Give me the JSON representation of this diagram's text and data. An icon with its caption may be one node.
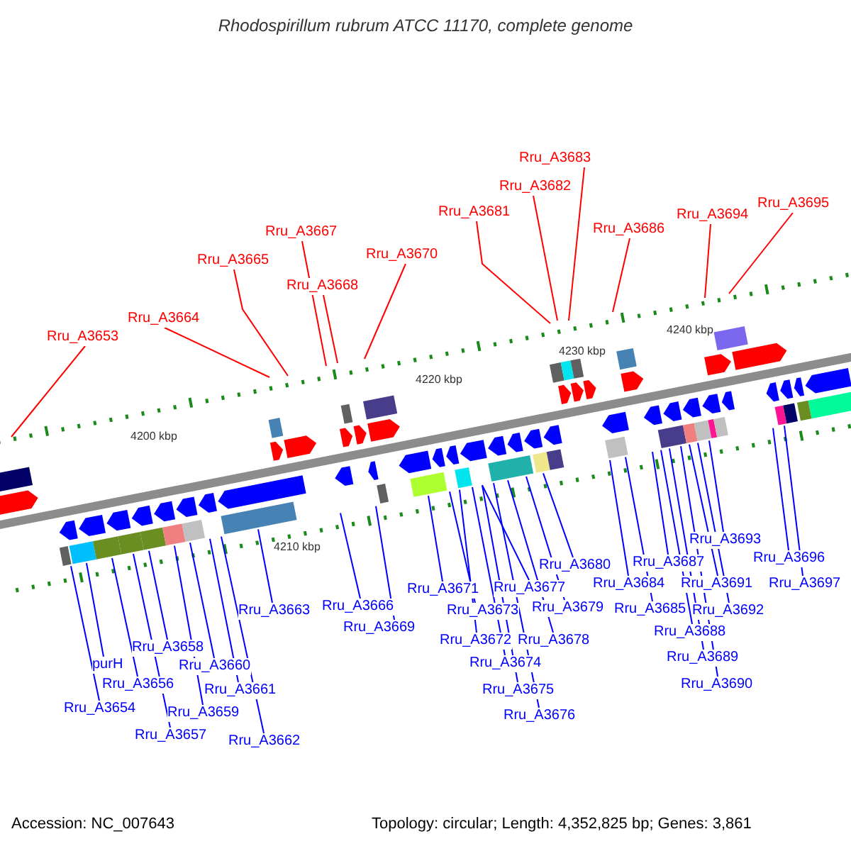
{
  "diagram": {
    "title": "Rhodospirillum rubrum ATCC 11170, complete genome",
    "nodes": [
      {
        "text": [
          "Rru_A3653"
        ]
      },
      {
        "text": [
          "Rru_A3664"
        ]
      },
      {
        "text": [
          "Rru_A3665"
        ]
      },
      {
        "text": [
          "Rru_A3667"
        ]
      },
      {
        "text": [
          "Rru_A3668"
        ]
      },
      {
        "text": [
          "Rru_A3670"
        ]
      },
      {
        "text": [
          "Rru_A3681"
        ]
      },
      {
        "text": [
          "Rru_A3682"
        ]
      },
      {
        "text": [
          "Rru_A3683"
        ]
      },
      {
        "text": [
          "Rru_A3686"
        ]
      },
      {
        "text": [
          "Rru_A3694"
        ]
      },
      {
        "text": [
          "Rru_A3695"
        ]
      },
      {
        "text": [
          "purH"
        ]
      },
      {
        "text": [
          "Rru_A3654"
        ]
      },
      {
        "text": [
          "Rru_A3656"
        ]
      },
      {
        "text": [
          "Rru_A3657"
        ]
      },
      {
        "text": [
          "Rru_A3658"
        ]
      },
      {
        "text": [
          "Rru_A3659"
        ]
      },
      {
        "text": [
          "Rru_A3660"
        ]
      },
      {
        "text": [
          "Rru_A3661"
        ]
      },
      {
        "text": [
          "Rru_A3662"
        ]
      },
      {
        "text": [
          "Rru_A3663"
        ]
      },
      {
        "text": [
          "Rru_A3666"
        ]
      },
      {
        "text": [
          "Rru_A3669"
        ]
      },
      {
        "text": [
          "Rru_A3671"
        ]
      },
      {
        "text": [
          "Rru_A3673"
        ]
      },
      {
        "text": [
          "Rru_A3672"
        ]
      },
      {
        "text": [
          "Rru_A3677"
        ]
      },
      {
        "text": [
          "Rru_A3674"
        ]
      },
      {
        "text": [
          "Rru_A3675"
        ]
      },
      {
        "text": [
          "Rru_A3676"
        ]
      },
      {
        "text": [
          "Rru_A3678"
        ]
      },
      {
        "text": [
          "Rru_A3679"
        ]
      },
      {
        "text": [
          "Rru_A3680"
        ]
      },
      {
        "text": [
          "Rru_A3684"
        ]
      },
      {
        "text": [
          "Rru_A3685"
        ]
      },
      {
        "text": [
          "Rru_A3687"
        ]
      },
      {
        "text": [
          "Rru_A3688"
        ]
      },
      {
        "text": [
          "Rru_A3689"
        ]
      },
      {
        "text": [
          "Rru_A3690"
        ]
      },
      {
        "text": [
          "Rru_A3691"
        ]
      },
      {
        "text": [
          "Rru_A3692"
        ]
      },
      {
        "text": [
          "Rru_A3693"
        ]
      },
      {
        "text": [
          "Rru_A3696"
        ]
      },
      {
        "text": [
          "Rru_A3697"
        ]
      }
    ],
    "edges": [
      {
        "from": 0,
        "to": null,
        "arrow": "none",
        "color": "#ff0000"
      },
      {
        "from": 1,
        "to": null,
        "arrow": "none",
        "color": "#ff0000"
      },
      {
        "from": 2,
        "to": null,
        "arrow": "none",
        "color": "#ff0000"
      },
      {
        "from": 3,
        "to": null,
        "arrow": "none",
        "color": "#ff0000"
      },
      {
        "from": 4,
        "to": null,
        "arrow": "none",
        "color": "#ff0000"
      },
      {
        "from": 5,
        "to": null,
        "arrow": "none",
        "color": "#ff0000"
      },
      {
        "from": 6,
        "to": null,
        "arrow": "none",
        "color": "#ff0000"
      },
      {
        "from": 7,
        "to": null,
        "arrow": "none",
        "color": "#ff0000"
      },
      {
        "from": 8,
        "to": null,
        "arrow": "none",
        "color": "#ff0000"
      },
      {
        "from": 9,
        "to": null,
        "arrow": "none",
        "color": "#ff0000"
      },
      {
        "from": 10,
        "to": null,
        "arrow": "none",
        "color": "#ff0000"
      },
      {
        "from": 11,
        "to": null,
        "arrow": "none",
        "color": "#ff0000"
      },
      {
        "from": 12,
        "to": null,
        "arrow": "none"
      },
      {
        "from": 13,
        "to": null,
        "arrow": "none"
      },
      {
        "from": 14,
        "to": null,
        "arrow": "none"
      },
      {
        "from": 15,
        "to": null,
        "arrow": "none"
      },
      {
        "from": 16,
        "to": null,
        "arrow": "none"
      },
      {
        "from": 17,
        "to": null,
        "arrow": "none"
      },
      {
        "from": 18,
        "to": null,
        "arrow": "none"
      },
      {
        "from": 19,
        "to": null,
        "arrow": "none"
      },
      {
        "from": 20,
        "to": null,
        "arrow": "none"
      },
      {
        "from": 21,
        "to": null,
        "arrow": "none"
      },
      {
        "from": 22,
        "to": null,
        "arrow": "none"
      },
      {
        "from": 23,
        "to": null,
        "arrow": "none"
      },
      {
        "from": 24,
        "to": null,
        "arrow": "none"
      },
      {
        "from": 25,
        "to": null,
        "arrow": "none"
      },
      {
        "from": 26,
        "to": null,
        "arrow": "none"
      },
      {
        "from": 27,
        "to": null,
        "arrow": "none"
      },
      {
        "from": 28,
        "to": null,
        "arrow": "none"
      },
      {
        "from": 29,
        "to": null,
        "arrow": "none"
      },
      {
        "from": 30,
        "to": null,
        "arrow": "none"
      },
      {
        "from": 31,
        "to": null,
        "arrow": "none"
      },
      {
        "from": 32,
        "to": null,
        "arrow": "none"
      },
      {
        "from": 33,
        "to": null,
        "arrow": "none"
      },
      {
        "from": 34,
        "to": null,
        "arrow": "none"
      },
      {
        "from": 35,
        "to": null,
        "arrow": "none"
      },
      {
        "from": 36,
        "to": null,
        "arrow": "none"
      },
      {
        "from": 37,
        "to": null,
        "arrow": "none"
      },
      {
        "from": 38,
        "to": null,
        "arrow": "none"
      },
      {
        "from": 39,
        "to": null,
        "arrow": "none"
      },
      {
        "from": 40,
        "to": null,
        "arrow": "none"
      },
      {
        "from": 41,
        "to": null,
        "arrow": "none"
      },
      {
        "from": 42,
        "to": null,
        "arrow": "none"
      },
      {
        "from": 43,
        "to": null,
        "arrow": "none"
      },
      {
        "from": 44,
        "to": null,
        "arrow": "none"
      }
    ],
    "labels": [
      "4200 kbp",
      "4210 kbp",
      "4220 kbp",
      "4230 kbp",
      "4240 kbp",
      "Accession: NC_007643",
      "Topology: circular; Length: 4,352,825 bp; Genes: 3,861"
    ]
  }
}
